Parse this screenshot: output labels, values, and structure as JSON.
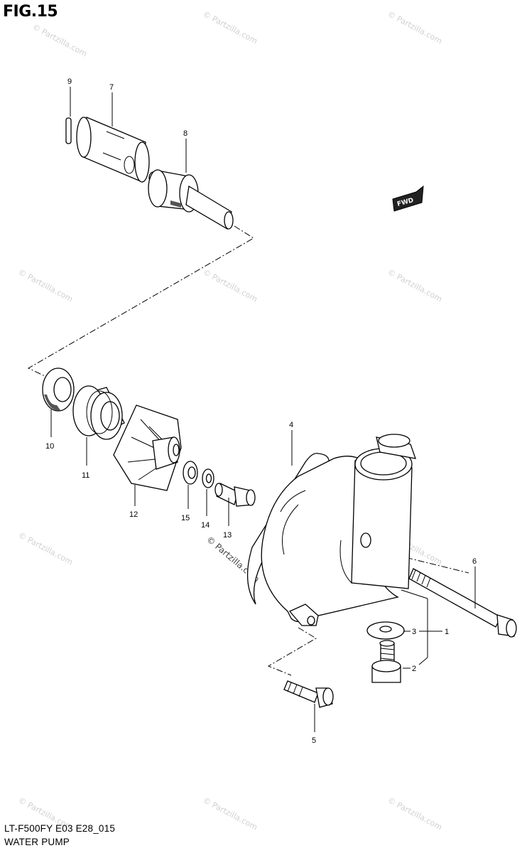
{
  "figure_title": "FIG.15",
  "footer": {
    "model_line": "LT-F500FY E03 E28_015",
    "section_title": "WATER PUMP"
  },
  "watermark_text": "© Partzilla.com",
  "fwd_badge_text": "FWD",
  "callouts": {
    "c1": "1",
    "c2": "2",
    "c3": "3",
    "c4": "4",
    "c5": "5",
    "c6": "6",
    "c7": "7",
    "c8": "8",
    "c9": "9",
    "c10": "10",
    "c11": "11",
    "c12": "12",
    "c13": "13",
    "c14": "14",
    "c15": "15"
  }
}
